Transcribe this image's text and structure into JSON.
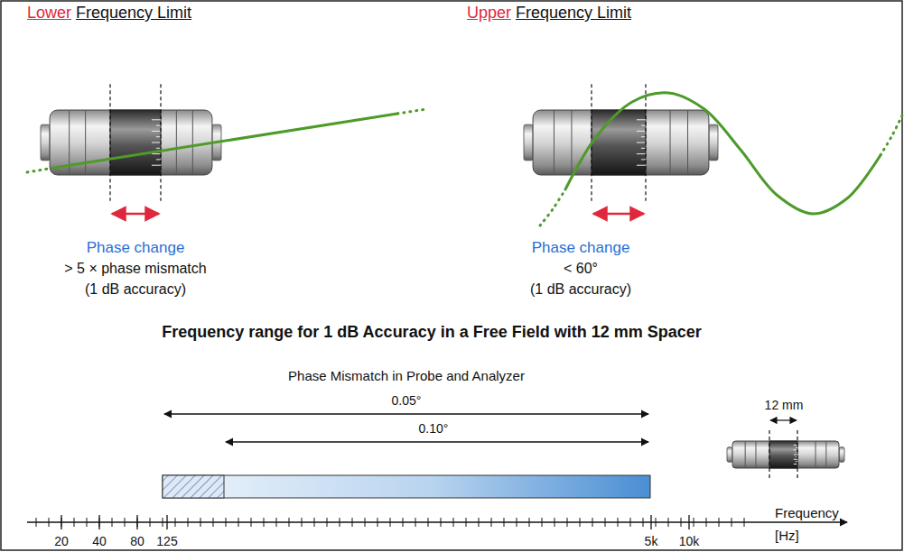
{
  "diagram": {
    "title": "Frequency range for 1 dB Accuracy in a Free Field with 12 mm Spacer",
    "labels": [
      "Lower",
      "Frequency Limit",
      "Upper",
      "Frequency Limit",
      "Phase change",
      "> 5 × phase mismatch",
      "(1 dB accuracy)",
      "Phase change",
      "< 60°",
      "(1 dB accuracy)",
      "Phase Mismatch in Probe and Analyzer",
      "0.05°",
      "0.10°",
      "12 mm",
      "20",
      "40",
      "80",
      "125",
      "5k",
      "10k",
      "Frequency",
      "[Hz]"
    ]
  }
}
